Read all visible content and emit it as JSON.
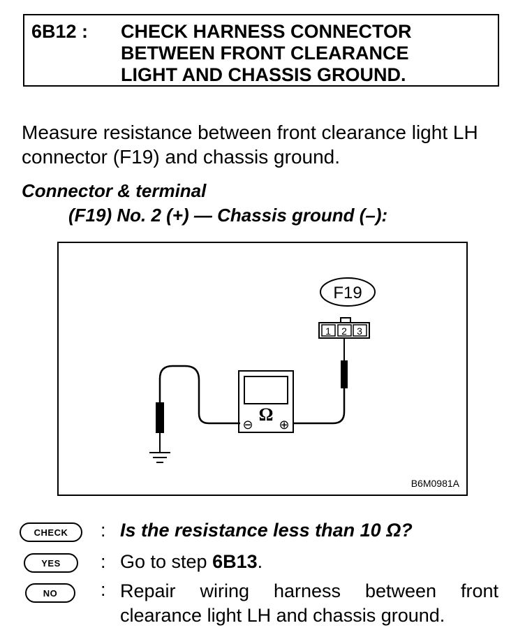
{
  "step": {
    "number": "6B12 :",
    "title_lines": [
      "CHECK HARNESS CONNECTOR",
      "BETWEEN FRONT CLEARANCE",
      "LIGHT AND CHASSIS GROUND."
    ]
  },
  "intro": "Measure resistance between front clearance light LH connector (F19) and chassis ground.",
  "connector_terminal": {
    "heading": "Connector & terminal",
    "spec": "(F19) No. 2 (+) — Chassis ground (–):"
  },
  "figure": {
    "connector_label": "F19",
    "pins": [
      "1",
      "2",
      "3"
    ],
    "meter_symbol": "Ω",
    "minus": "⊖",
    "plus": "⊕",
    "code": "B6M0981A"
  },
  "check": {
    "badge": "CHECK",
    "colon": ":",
    "question": "Is the resistance less than 10 Ω?"
  },
  "yes": {
    "badge": "YES",
    "colon": ":",
    "text_prefix": "Go to step ",
    "step_ref": "6B13",
    "text_suffix": "."
  },
  "no": {
    "badge": "NO",
    "colon": ":",
    "text": "Repair wiring harness between front clearance light LH and chassis ground."
  }
}
